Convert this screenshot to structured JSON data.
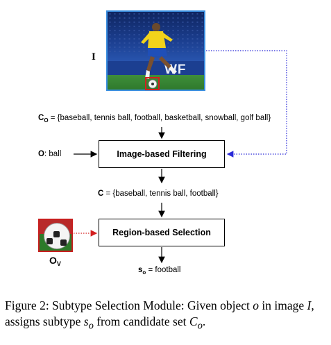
{
  "image_label": "I",
  "candidates_line": {
    "symbol": "C",
    "subscript": "O",
    "text": " = {baseball, tennis ball, football, basketball, snowball, golf ball}"
  },
  "object_input": {
    "symbol": "O",
    "text": ": ball"
  },
  "filter_box": "Image-based Filtering",
  "filtered_line": {
    "symbol": "C",
    "text": " = {baseball, tennis ball, football}"
  },
  "selection_box": "Region-based Selection",
  "crop_label": {
    "symbol": "O",
    "subscript": "V"
  },
  "output_line": {
    "symbol": "s",
    "subscript": "o",
    "text": " = football"
  },
  "photo_board_text": "WF",
  "caption": {
    "prefix": "Figure 2: Subtype Selection Module: Given object ",
    "o": "o",
    "mid1": " in image ",
    "I": "I",
    "mid2": ", assigns subtype ",
    "s": "s",
    "s_sub": "o",
    "mid3": " from candidate set ",
    "C": "C",
    "C_sub": "o",
    "end": "."
  },
  "colors": {
    "photo_border": "#3b8fe0",
    "bbox_red": "#d42020",
    "dotted_blue": "#2a2ad8",
    "dotted_red": "#d42020"
  }
}
